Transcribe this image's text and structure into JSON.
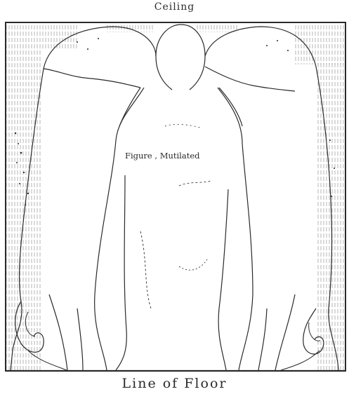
{
  "labels": {
    "ceiling": "Ceiling",
    "figure": "Figure , Mutilated",
    "floor": "Line of Floor"
  },
  "colors": {
    "ink": "#2a2a2a",
    "paper": "#ffffff"
  }
}
